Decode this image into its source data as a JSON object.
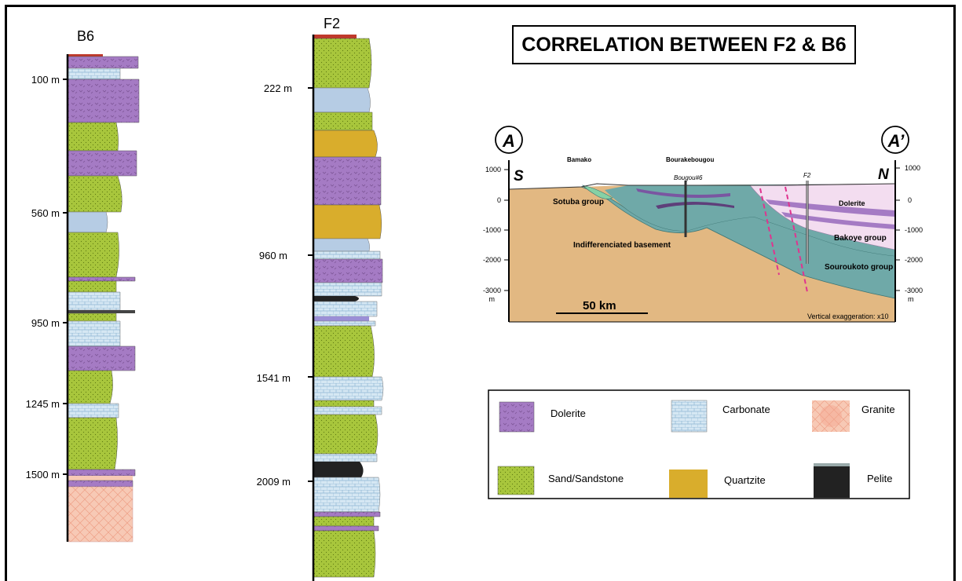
{
  "title": "CORRELATION BETWEEN F2 & B6",
  "columns": {
    "b6": {
      "name": "B6",
      "depths": [
        "100 m",
        "560 m",
        "950 m",
        "1245 m",
        "1500 m"
      ]
    },
    "f2": {
      "name": "F2",
      "depths": [
        "222 m",
        "960 m",
        "1541 m",
        "2009 m"
      ]
    }
  },
  "section": {
    "label_left": "A",
    "label_right": "A’",
    "dir_left": "S",
    "dir_right": "N",
    "axis_left": [
      "1000",
      "0",
      "-1000",
      "-2000",
      "-3000",
      "m"
    ],
    "axis_right": [
      "1000",
      "0",
      "-1000",
      "-2000",
      "-3000",
      "m"
    ],
    "place_bamako": "Bamako",
    "place_bourakebougou": "Bourakebougou",
    "well_bougou": "Bougou#6",
    "well_f2": "F2",
    "sotuba": "Sotuba group",
    "basement": "Indifferenciated basement",
    "dolerite": "Dolerite",
    "bakoye": "Bakoye group",
    "souroukoto": "Souroukoto group",
    "scale": "50 km",
    "exaggeration": "Vertical exaggeration: x10"
  },
  "legend": [
    {
      "label": "Dolerite",
      "pattern": "dolerite"
    },
    {
      "label": "Carbonate",
      "pattern": "carbonate"
    },
    {
      "label": "Granite",
      "pattern": "granite"
    },
    {
      "label": "Sand/Sandstone",
      "pattern": "sand"
    },
    {
      "label": "Quartzite",
      "pattern": "quartzite"
    },
    {
      "label": "Pelite",
      "pattern": "pelite"
    }
  ],
  "colors": {
    "dolerite": "#a57bc4",
    "carbonate": "#d5e7f3",
    "granite": "#f7c9b5",
    "sand": "#a8c63c",
    "quartzite": "#d9ad2c",
    "pelite": "#222222",
    "basement": "#e2b882",
    "souroukoto": "#6fa9a8",
    "bakoye": "#f3ddf0"
  }
}
